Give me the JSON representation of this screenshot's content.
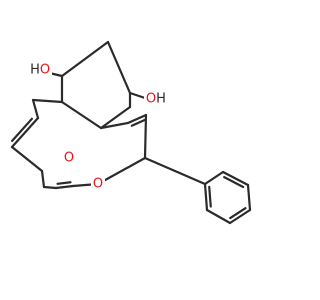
{
  "molecule": {
    "colors": {
      "bond": "#2b2b2b",
      "oxygen": "#e8141b",
      "hydrogen": "#2b2b2b",
      "background": "#ffffff"
    },
    "labels": [
      {
        "id": "oh_top_left",
        "o": "O",
        "h": "H",
        "h_side": "left"
      },
      {
        "id": "oh_right",
        "o": "O",
        "h": "H",
        "h_side": "right"
      },
      {
        "id": "carbonyl_o",
        "o": "O",
        "h": "",
        "h_side": "none"
      },
      {
        "id": "ester_o",
        "o": "O",
        "h": "",
        "h_side": "none"
      }
    ]
  }
}
